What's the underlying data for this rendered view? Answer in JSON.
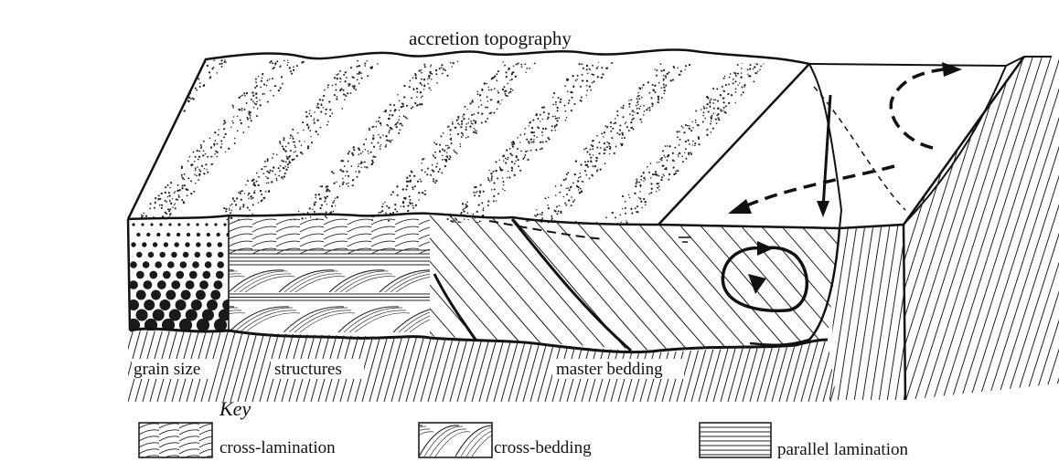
{
  "diagram": {
    "title": "accretion topography",
    "section_labels": {
      "grain_size": "grain size",
      "structures": "structures",
      "master_bedding": "master bedding"
    },
    "key": {
      "heading": "Key",
      "items": [
        {
          "label": "cross-lamination",
          "pattern": "cross-lamination"
        },
        {
          "label": "cross-bedding",
          "pattern": "cross-bedding"
        },
        {
          "label": "parallel lamination",
          "pattern": "parallel-lamination"
        }
      ]
    },
    "colors": {
      "ink": "#111111",
      "background": "#ffffff"
    }
  }
}
